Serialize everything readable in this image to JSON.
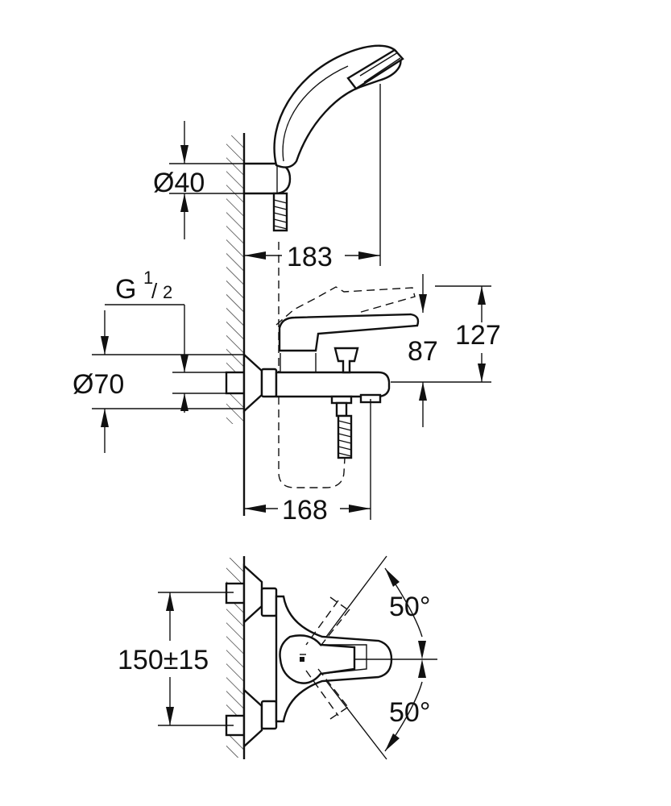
{
  "dimensions": {
    "shower_holder_diameter": "Ø40",
    "shower_projection": "183",
    "thread_main": "G",
    "thread_num": "1",
    "thread_den": "2",
    "escutcheon_diameter": "Ø70",
    "spout_height": "87",
    "lever_height": "127",
    "spout_projection": "168",
    "connection_spacing": "150±15",
    "lever_angle_up": "50°",
    "lever_angle_down": "50°"
  }
}
